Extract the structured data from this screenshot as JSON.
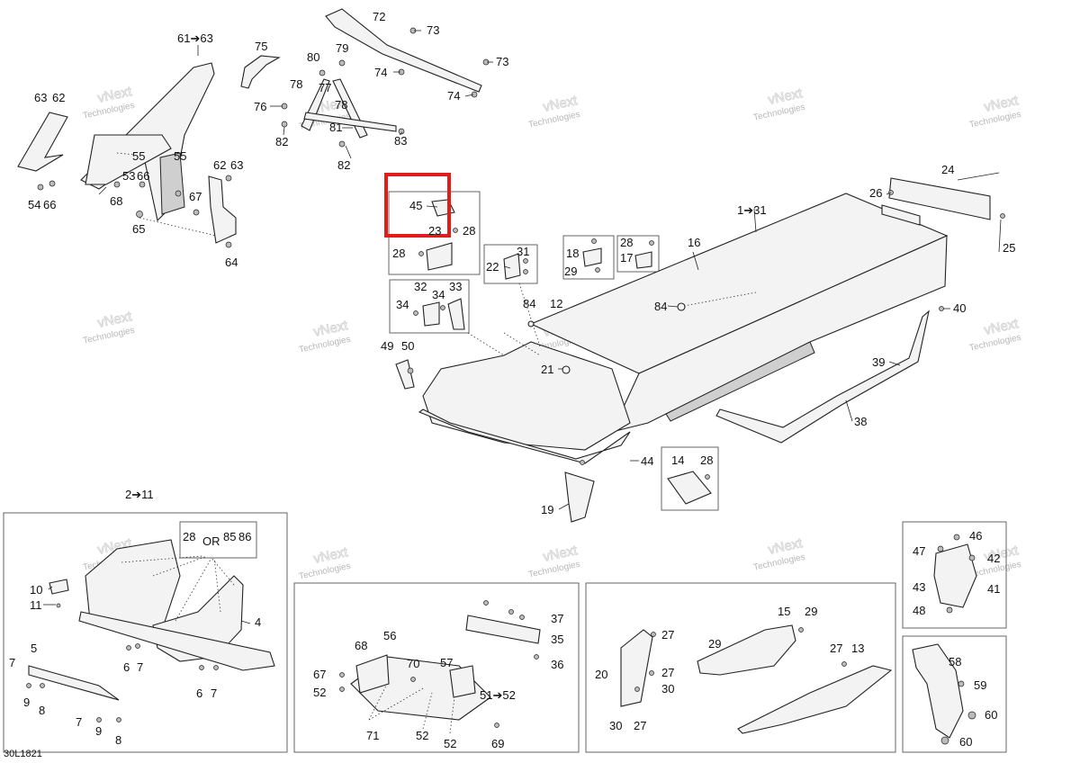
{
  "diagram_ref": "30L1821",
  "watermark": {
    "line1": "vNext",
    "line2": "Technologies"
  },
  "callouts": {
    "c1": "61➔63",
    "c2": "75",
    "c3": "72",
    "c4": "73",
    "c5": "73",
    "c6": "80",
    "c7": "79",
    "c8": "74",
    "c9": "74",
    "c10": "78",
    "c11": "77",
    "c12": "78",
    "c13": "76",
    "c14": "81",
    "c15": "82",
    "c16": "83",
    "c17": "82",
    "c18": "63",
    "c19": "62",
    "c20": "55",
    "c21": "55",
    "c22": "53",
    "c23": "66",
    "c24": "67",
    "c25": "68",
    "c26": "54",
    "c27": "66",
    "c28": "65",
    "c29": "62",
    "c30": "63",
    "c31": "64",
    "c32": "45",
    "c33": "23",
    "c34": "28",
    "c35": "28",
    "c36": "31",
    "c37": "22",
    "c38": "18",
    "c39": "29",
    "c40": "28",
    "c41": "17",
    "c42": "16",
    "c43": "1➔31",
    "c44": "26",
    "c45": "24",
    "c46": "25",
    "c47": "32",
    "c48": "34",
    "c49": "33",
    "c50": "34",
    "c51": "84",
    "c52": "12",
    "c53": "84",
    "c54": "40",
    "c55": "49",
    "c56": "50",
    "c57": "21",
    "c58": "39",
    "c59": "38",
    "c60": "44",
    "c61": "14",
    "c62": "28",
    "c63": "19",
    "c64": "2➔11",
    "c65": "28",
    "c66": "OR",
    "c67": "85",
    "c68": "86",
    "c69": "10",
    "c70": "11",
    "c71": "4",
    "c72": "5",
    "c73": "7",
    "c74": "6",
    "c75": "7",
    "c76": "9",
    "c77": "8",
    "c78": "6",
    "c79": "7",
    "c80": "7",
    "c81": "9",
    "c82": "8",
    "c83": "37",
    "c84": "35",
    "c85": "36",
    "c86": "68",
    "c87": "56",
    "c88": "70",
    "c89": "57",
    "c90": "67",
    "c91": "52",
    "c92": "51➔52",
    "c93": "71",
    "c94": "52",
    "c95": "52",
    "c96": "69",
    "c97": "15",
    "c98": "29",
    "c99": "27",
    "c100": "29",
    "c101": "27",
    "c102": "13",
    "c103": "20",
    "c104": "27",
    "c105": "30",
    "c106": "30",
    "c107": "27",
    "c108": "46",
    "c109": "47",
    "c110": "42",
    "c111": "43",
    "c112": "41",
    "c113": "48",
    "c114": "58",
    "c115": "59",
    "c116": "60",
    "c117": "60"
  }
}
